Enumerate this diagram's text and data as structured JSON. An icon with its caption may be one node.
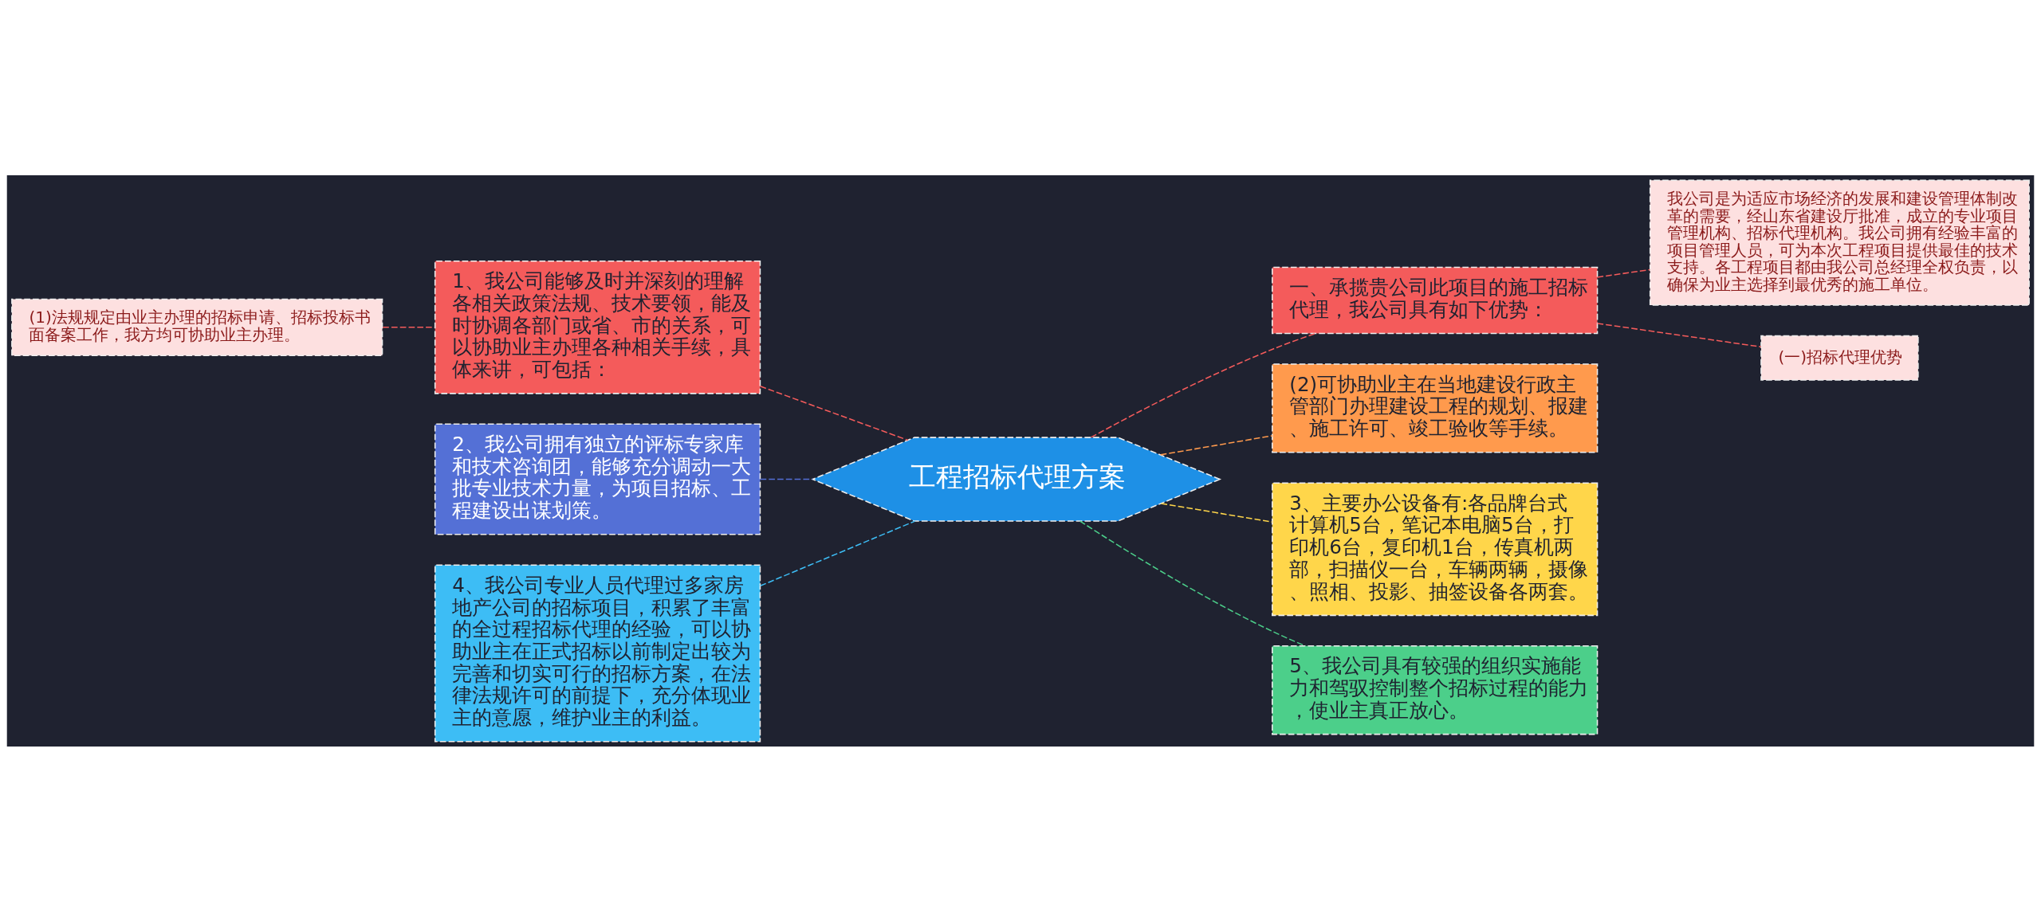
{
  "diagram": {
    "nodes": [
      {
        "text": [
          "工程招标代理方案"
        ]
      },
      {
        "text": [
          "1、我公司能够及时并深刻的理解各相关政策法规、技术要领，能及时协调各部门或省、市的关系，可以协助业主办理各种相关手续，具体来讲，可包括："
        ]
      },
      {
        "text": [
          "(1)法规规定由业主办理的招标申请、招标投标书面备案工作，我方均可协助业主办理。"
        ]
      },
      {
        "text": [
          "2、我公司拥有独立的评标专家库和技术咨询团，能够充分调动一大批专业技术力量，为项目招标、工程建设出谋划策。"
        ]
      },
      {
        "text": [
          "4、我公司专业人员代理过多家房地产公司的招标项目，积累了丰富的全过程招标代理的经验，可以协助业主在正式招标以前制定出较为完善和切实可行的招标方案，在法律法规许可的前提下，充分体现业主的意愿，维护业主的利益。"
        ]
      },
      {
        "text": [
          "一、承揽贵公司此项目的施工招标代理，我公司具有如下优势："
        ]
      },
      {
        "text": [
          "我公司是为适应市场经济的发展和建设管理体制改革的需要，经山东省建设厅批准，成立的专业项目管理机构、招标代理机构。我公司拥有经验丰富的项目管理人员，可为本次工程项目提供最佳的技术支持。各工程项目都由我公司总经理全权负责，以确保为业主选择到最优秀的施工单位。"
        ]
      },
      {
        "text": [
          "(一)招标代理优势"
        ]
      },
      {
        "text": [
          "(2)可协助业主在当地建设行政主管部门办理建设工程的规划、报建、施工许可、竣工验收等手续。"
        ]
      },
      {
        "text": [
          "3、主要办公设备有:各品牌台式计算机5台，笔记本电脑5台，打印机6台，复印机1台，传真机两部，扫描仪一台，车辆两辆，摄像、照相、投影、抽签设备各两套。"
        ]
      },
      {
        "text": [
          "5、我公司具有较强的组织实施能力和驾驭控制整个招标过程的能力，使业主真正放心。"
        ]
      }
    ],
    "edges": [
      {
        "from": 0,
        "to": 1,
        "arrow": "none",
        "style": "dashed",
        "color": "#f45b5b"
      },
      {
        "from": 1,
        "to": 2,
        "arrow": "none",
        "style": "dashed",
        "color": "#f45b5b"
      },
      {
        "from": 0,
        "to": 3,
        "arrow": "none",
        "style": "dashed",
        "color": "#5470d6"
      },
      {
        "from": 0,
        "to": 4,
        "arrow": "none",
        "style": "dashed",
        "color": "#3dbdf5"
      },
      {
        "from": 0,
        "to": 5,
        "arrow": "none",
        "style": "dashed",
        "color": "#f45b5b"
      },
      {
        "from": 5,
        "to": 6,
        "arrow": "none",
        "style": "dashed",
        "color": "#f45b5b"
      },
      {
        "from": 5,
        "to": 7,
        "arrow": "none",
        "style": "dashed",
        "color": "#f45b5b"
      },
      {
        "from": 0,
        "to": 8,
        "arrow": "none",
        "style": "dashed",
        "color": "#ff9a4d"
      },
      {
        "from": 0,
        "to": 9,
        "arrow": "none",
        "style": "dashed",
        "color": "#ffd64a"
      },
      {
        "from": 0,
        "to": 10,
        "arrow": "none",
        "style": "dashed",
        "color": "#4ccf8a"
      }
    ]
  }
}
